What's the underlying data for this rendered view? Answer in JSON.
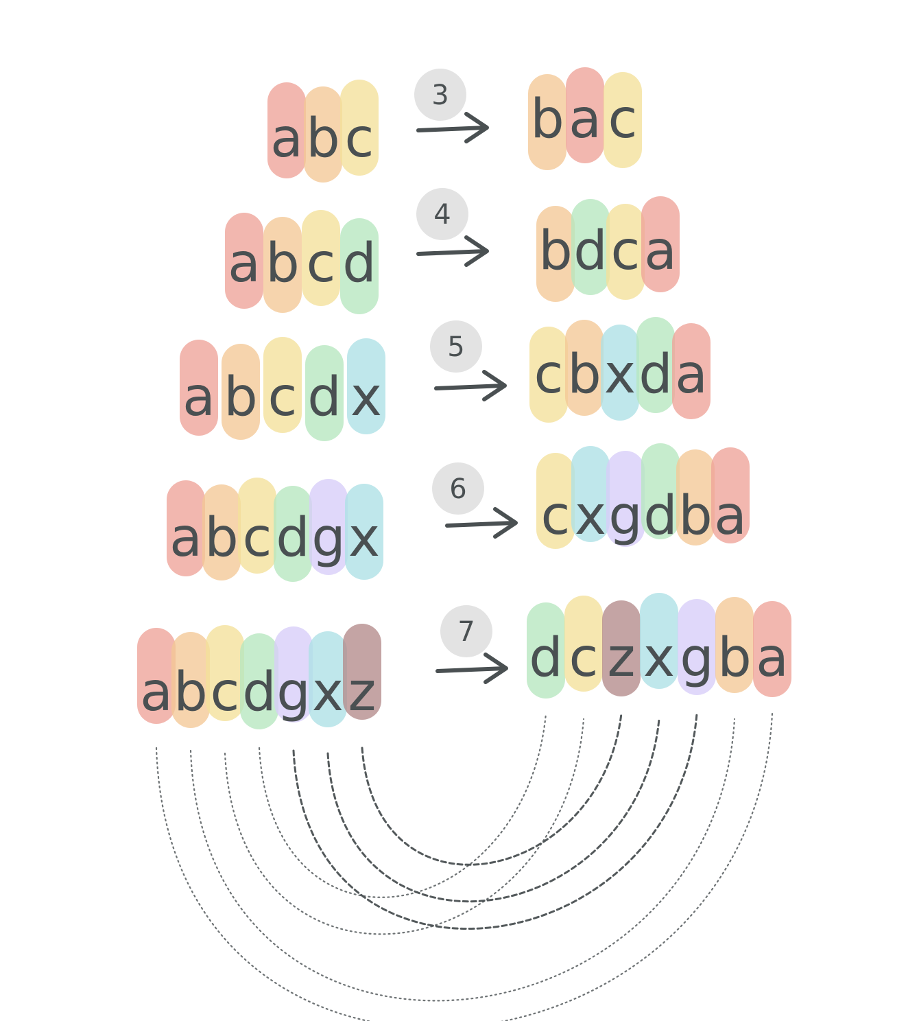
{
  "palette": {
    "a": "#eea399",
    "b": "#f4c896",
    "c": "#f4e09a",
    "d": "#b6e7bf",
    "x": "#ade0e6",
    "g": "#d7cdf8",
    "z": "#b48b8b"
  },
  "ink_color": "#4a5052",
  "badge_color": "#e3e3e3",
  "rows": [
    {
      "count": "3",
      "input": [
        "a",
        "b",
        "c"
      ],
      "output": [
        "b",
        "a",
        "c"
      ]
    },
    {
      "count": "4",
      "input": [
        "a",
        "b",
        "c",
        "d"
      ],
      "output": [
        "b",
        "d",
        "c",
        "a"
      ]
    },
    {
      "count": "5",
      "input": [
        "a",
        "b",
        "c",
        "d",
        "x"
      ],
      "output": [
        "c",
        "b",
        "x",
        "d",
        "a"
      ]
    },
    {
      "count": "6",
      "input": [
        "a",
        "b",
        "c",
        "d",
        "g",
        "x"
      ],
      "output": [
        "c",
        "x",
        "g",
        "d",
        "b",
        "a"
      ]
    },
    {
      "count": "7",
      "input": [
        "a",
        "b",
        "c",
        "d",
        "g",
        "x",
        "z"
      ],
      "output": [
        "d",
        "c",
        "z",
        "x",
        "g",
        "b",
        "a"
      ]
    }
  ]
}
